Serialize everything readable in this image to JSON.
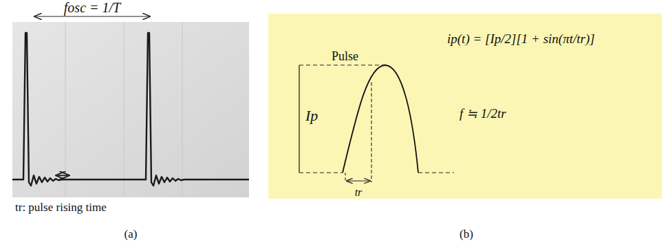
{
  "diagram": {
    "nodes": [
      {
        "text": [
          "Pulse",
          "Ip",
          "ip(t) = [Ip/2][1 + sin(πt/tr)]",
          "f ≒ 1/2tr",
          "tr"
        ]
      }
    ],
    "labels": [
      "fosc = 1/T",
      "tr: pulse rising time",
      "(a)",
      "(b)"
    ]
  }
}
